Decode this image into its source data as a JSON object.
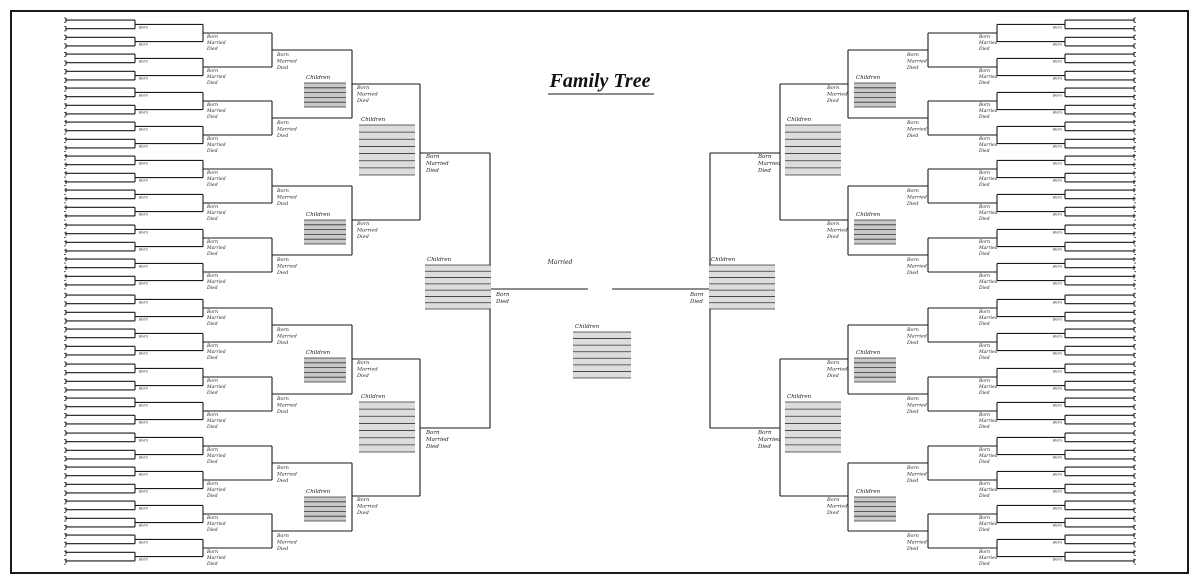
{
  "title": "Family Tree",
  "labels": {
    "born": "Born",
    "married": "Married",
    "died": "Died",
    "children": "Children"
  },
  "center_label": "Married",
  "colors": {
    "ink": "#1a1a1a",
    "paper": "#ffffff",
    "shade": "#dcdcdc"
  }
}
